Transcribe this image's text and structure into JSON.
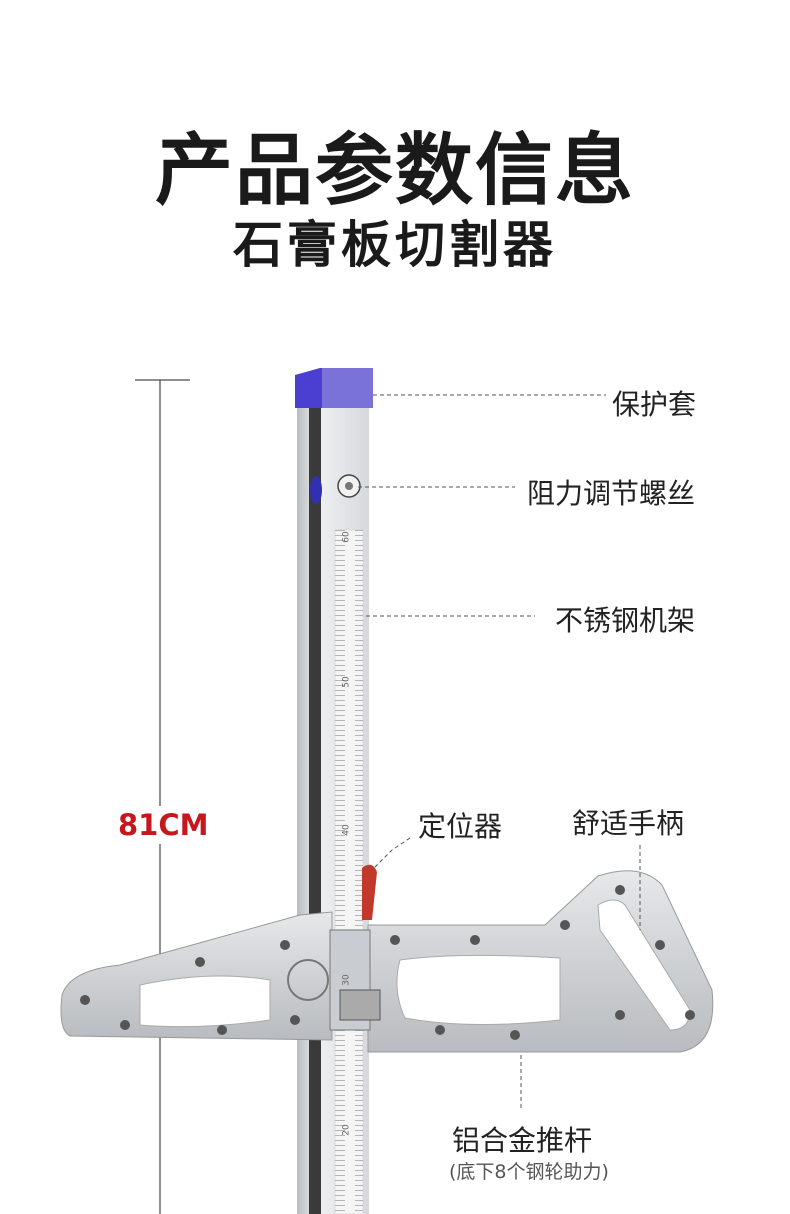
{
  "header": {
    "title": "产品参数信息",
    "subtitle": "石膏板切割器"
  },
  "dimension": {
    "label": "81CM"
  },
  "callouts": {
    "cap": "保护套",
    "screw": "阻力调节螺丝",
    "frame": "不锈钢机架",
    "locator": "定位器",
    "handle": "舒适手柄",
    "push_rod": "铝合金推杆",
    "push_rod_note": "(底下8个钢轮助力)"
  },
  "ruler": {
    "marks": [
      "60",
      "50",
      "40",
      "30",
      "20"
    ]
  },
  "colors": {
    "accent": "#c8161d",
    "cap": "#5a4fd6",
    "lever": "#c0392b"
  }
}
